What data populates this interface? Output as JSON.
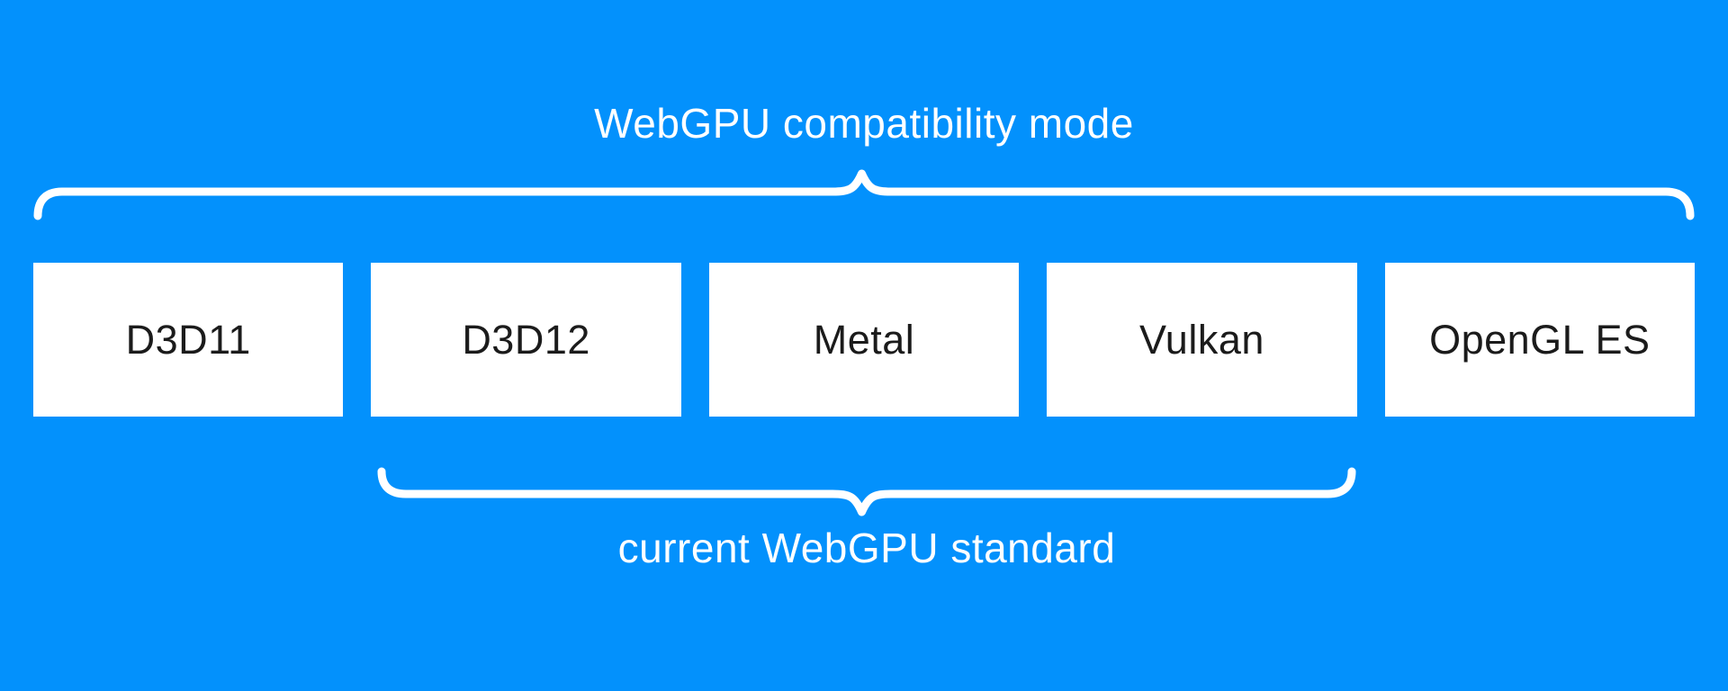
{
  "diagram": {
    "top_label": "WebGPU compatibility mode",
    "bottom_label": "current WebGPU standard",
    "platforms": [
      {
        "label": "D3D11"
      },
      {
        "label": "D3D12"
      },
      {
        "label": "Metal"
      },
      {
        "label": "Vulkan"
      },
      {
        "label": "OpenGL ES"
      }
    ],
    "braces": [
      {
        "name": "top-brace",
        "spans": "all platforms",
        "points_toward": "WebGPU compatibility mode"
      },
      {
        "name": "bottom-brace",
        "spans": "D3D12, Metal, Vulkan",
        "points_toward": "current WebGPU standard"
      }
    ],
    "colors": {
      "background": "#0391fc",
      "box_background": "#ffffff",
      "box_text": "#1b1b1b",
      "label_text": "#ffffff",
      "brace": "#ffffff"
    }
  }
}
